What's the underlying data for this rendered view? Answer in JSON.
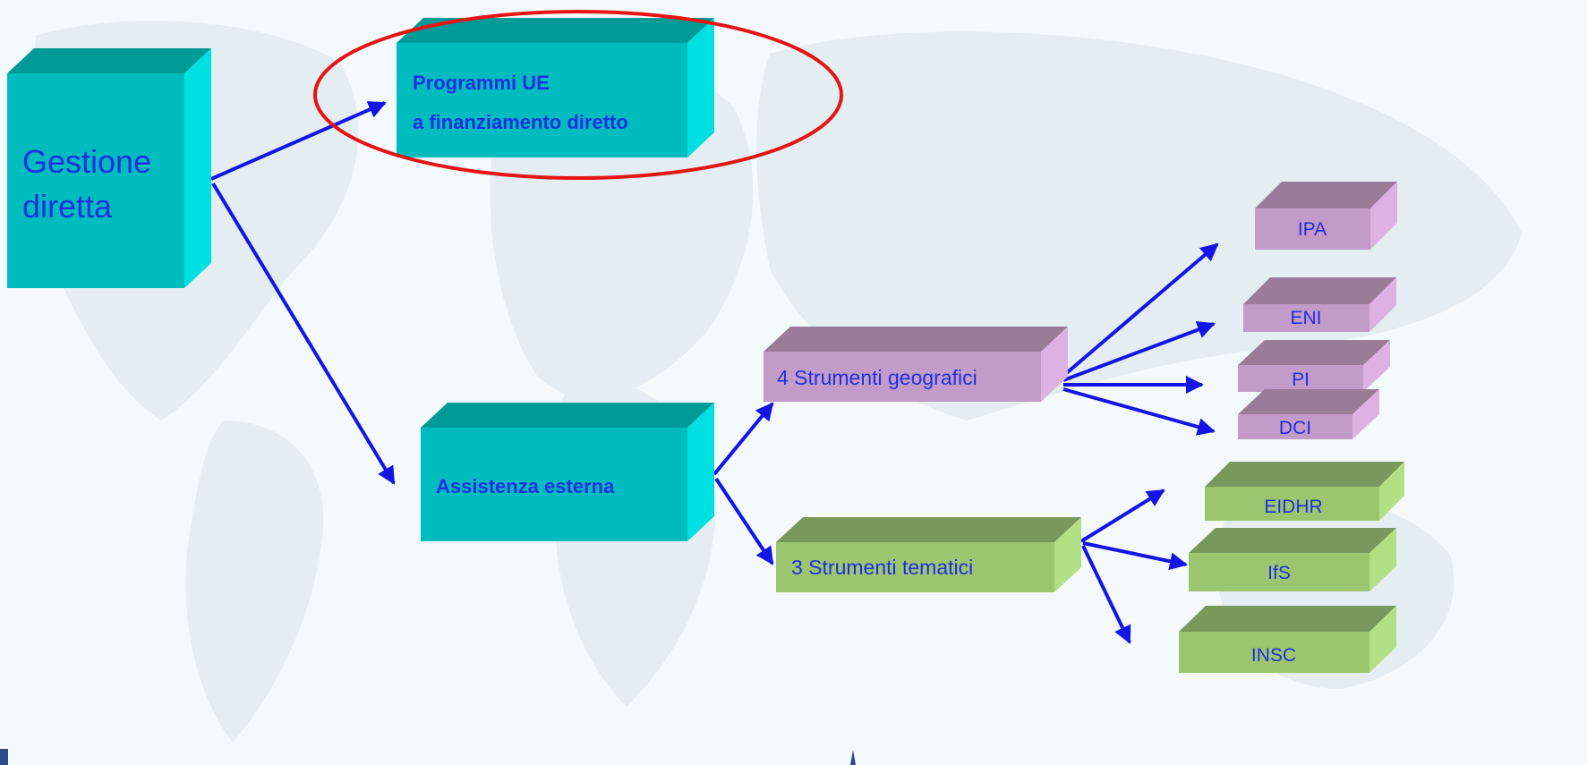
{
  "colors": {
    "background": "#f4f9fb",
    "teal_front": "#00bcbf",
    "teal_top": "#009a97",
    "teal_side": "#00e0e0",
    "purple_front": "#c39bc8",
    "purple_top": "#9a7b98",
    "purple_side": "#ddb2e2",
    "green_front": "#9bc56f",
    "green_top": "#79985c",
    "green_side": "#b3df85",
    "arrow": "#1414e6",
    "text_blue": "#1f2fe0",
    "highlight_ellipse": "#e61414"
  },
  "nodes": {
    "gestione_diretta": {
      "line1": "Gestione",
      "line2": "diretta"
    },
    "programmi_ue": {
      "line1": "Programmi UE",
      "line2": "a finanziamento diretto"
    },
    "assistenza_esterna": {
      "label": "Assistenza esterna"
    },
    "strumenti_geografici": {
      "label": "4 Strumenti  geografici"
    },
    "strumenti_tematici": {
      "label": "3 Strumenti  tematici"
    },
    "ipa": {
      "label": "IPA"
    },
    "eni": {
      "label": "ENI"
    },
    "pi": {
      "label": "PI"
    },
    "dci": {
      "label": "DCI"
    },
    "eidhr": {
      "label": "EIDHR"
    },
    "ifs": {
      "label": "IfS"
    },
    "insc": {
      "label": "INSC"
    }
  }
}
